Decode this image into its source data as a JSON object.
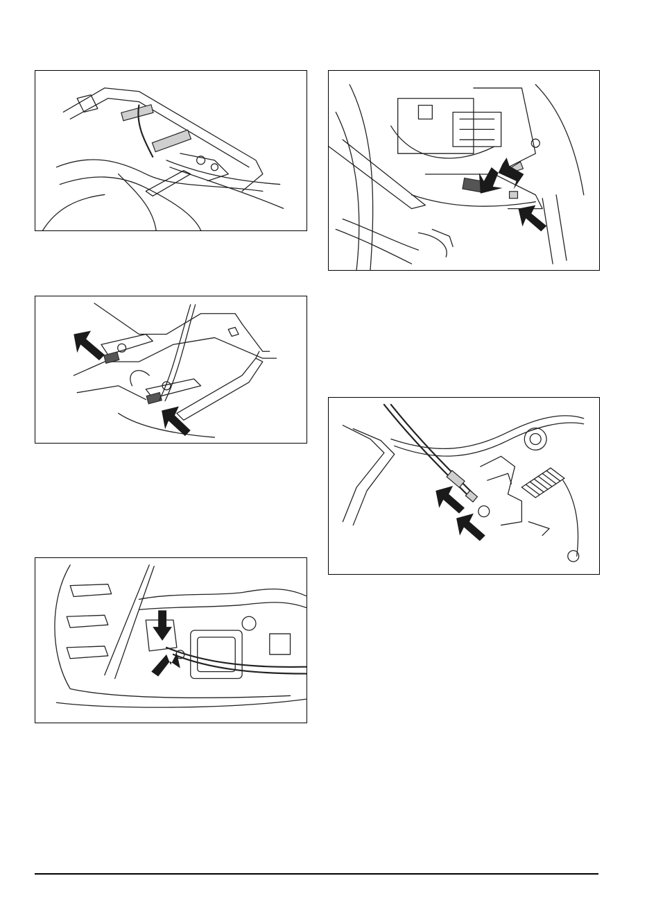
{
  "figures": [
    {
      "id": "fig1",
      "arrows": 0
    },
    {
      "id": "fig2",
      "arrows": 2
    },
    {
      "id": "fig3",
      "arrows": 2
    },
    {
      "id": "fig4",
      "arrows": 3
    },
    {
      "id": "fig5",
      "arrows": 2
    }
  ]
}
